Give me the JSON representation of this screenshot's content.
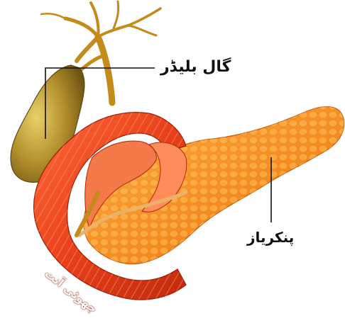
{
  "labels": {
    "gallbladder": "گال بلیڈر",
    "pancreas": "پنکریاز",
    "small_intestine": "چھوٹی آنت"
  },
  "colors": {
    "gallbladder": "#9c7a1c",
    "bile_duct": "#c48a1a",
    "intestine": "#e8401a",
    "intestine_inner": "#f47a4a",
    "pancreas": "#f59a2a",
    "pancreas_lobule": "#ffc25a",
    "leader_line": "#111111"
  }
}
